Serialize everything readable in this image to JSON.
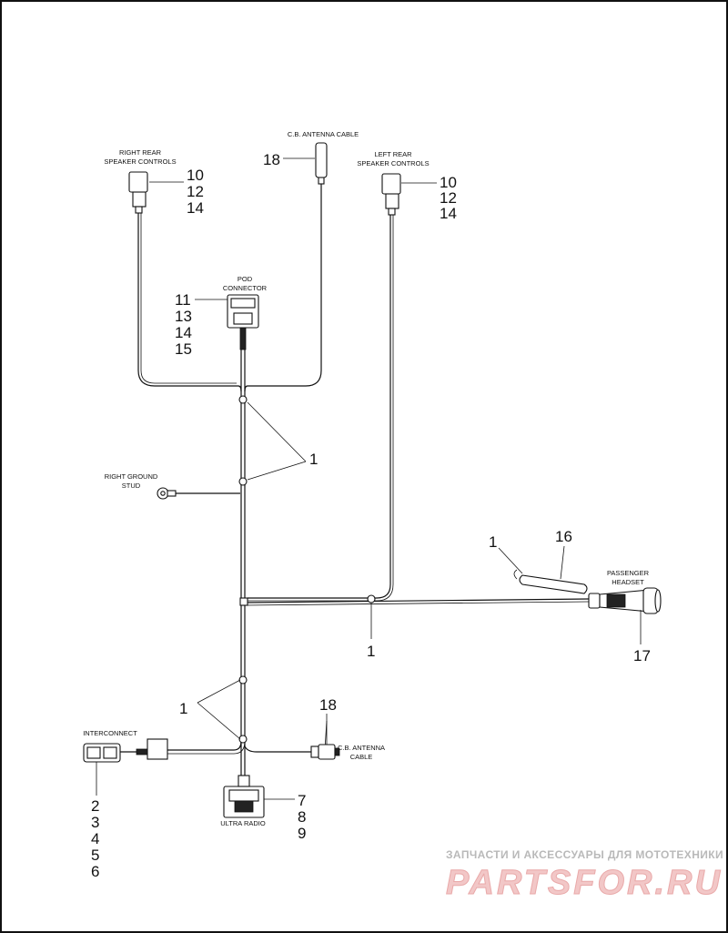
{
  "labels": {
    "right_rear_speaker_controls": [
      "RIGHT REAR",
      "SPEAKER CONTROLS"
    ],
    "cb_antenna_cable_top": [
      "C.B. ANTENNA CABLE"
    ],
    "left_rear_speaker_controls": [
      "LEFT REAR",
      "SPEAKER CONTROLS"
    ],
    "pod_connector": [
      "POD",
      "CONNECTOR"
    ],
    "right_ground_stud": [
      "RIGHT GROUND",
      "STUD"
    ],
    "passenger_headset": [
      "PASSENGER",
      "HEADSET"
    ],
    "interconnect": [
      "INTERCONNECT"
    ],
    "cb_antenna_cable_bottom": [
      "C.B. ANTENNA",
      "CABLE"
    ],
    "ultra_radio": [
      "ULTRA RADIO"
    ]
  },
  "callouts": {
    "right_rear": [
      "10",
      "12",
      "14"
    ],
    "cb_top": [
      "18"
    ],
    "left_rear": [
      "10",
      "12",
      "14"
    ],
    "pod": [
      "11",
      "13",
      "14",
      "15"
    ],
    "clips_upper": [
      "1"
    ],
    "headset_clip": [
      "1"
    ],
    "headset_cover": [
      "16"
    ],
    "headset": [
      "17"
    ],
    "branch_clip": [
      "1"
    ],
    "clips_lower": [
      "1"
    ],
    "cb_bottom": [
      "18"
    ],
    "interconnect": [
      "2",
      "3",
      "4",
      "5",
      "6"
    ],
    "radio": [
      "7",
      "8",
      "9"
    ]
  },
  "watermark": {
    "line1": "ЗАПЧАСТИ И АКСЕССУАРЫ ДЛЯ МОТОТЕХНИКИ",
    "line2": "PARTSFOR.RU"
  }
}
